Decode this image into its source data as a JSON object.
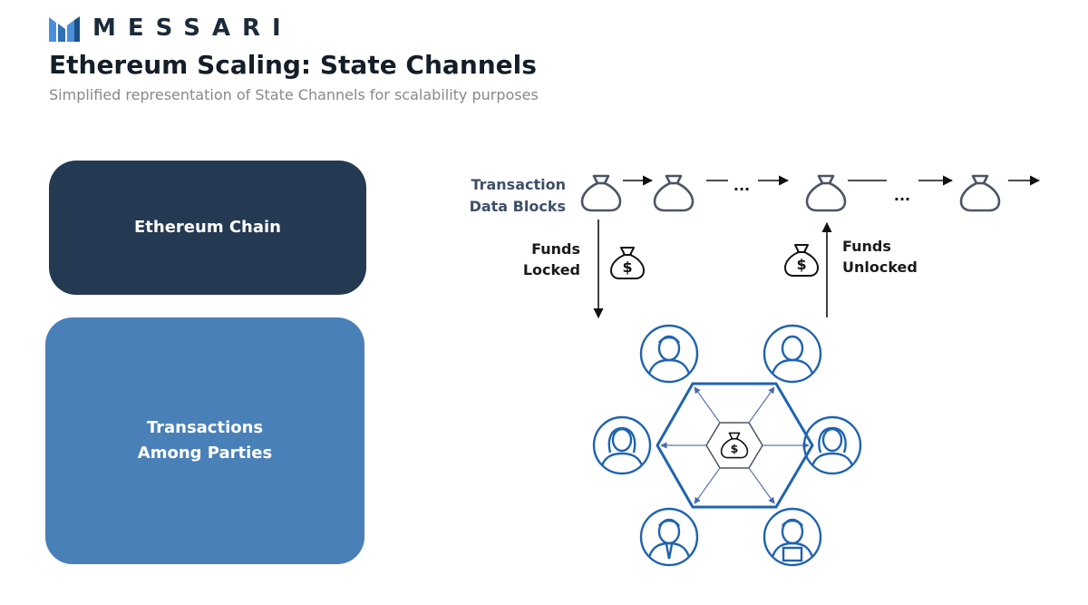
{
  "brand": {
    "name": "MESSARI"
  },
  "header": {
    "title": "Ethereum Scaling: State Channels",
    "subtitle": "Simplified representation of State Channels for scalability purposes"
  },
  "left_panel": {
    "chain_label": "Ethereum Chain",
    "transactions_line1": "Transactions",
    "transactions_line2": "Among Parties"
  },
  "diagram": {
    "blocks_line1": "Transaction",
    "blocks_line2": "Data Blocks",
    "locked_line1": "Funds",
    "locked_line2": "Locked",
    "unlocked_line1": "Funds",
    "unlocked_line2": "Unlocked",
    "ellipsis": "...",
    "dollar": "$"
  },
  "colors": {
    "chain_box": "#243a52",
    "tx_box": "#4a80b8",
    "network_blue": "#1f63b0",
    "bag_gray": "#4b5563"
  }
}
